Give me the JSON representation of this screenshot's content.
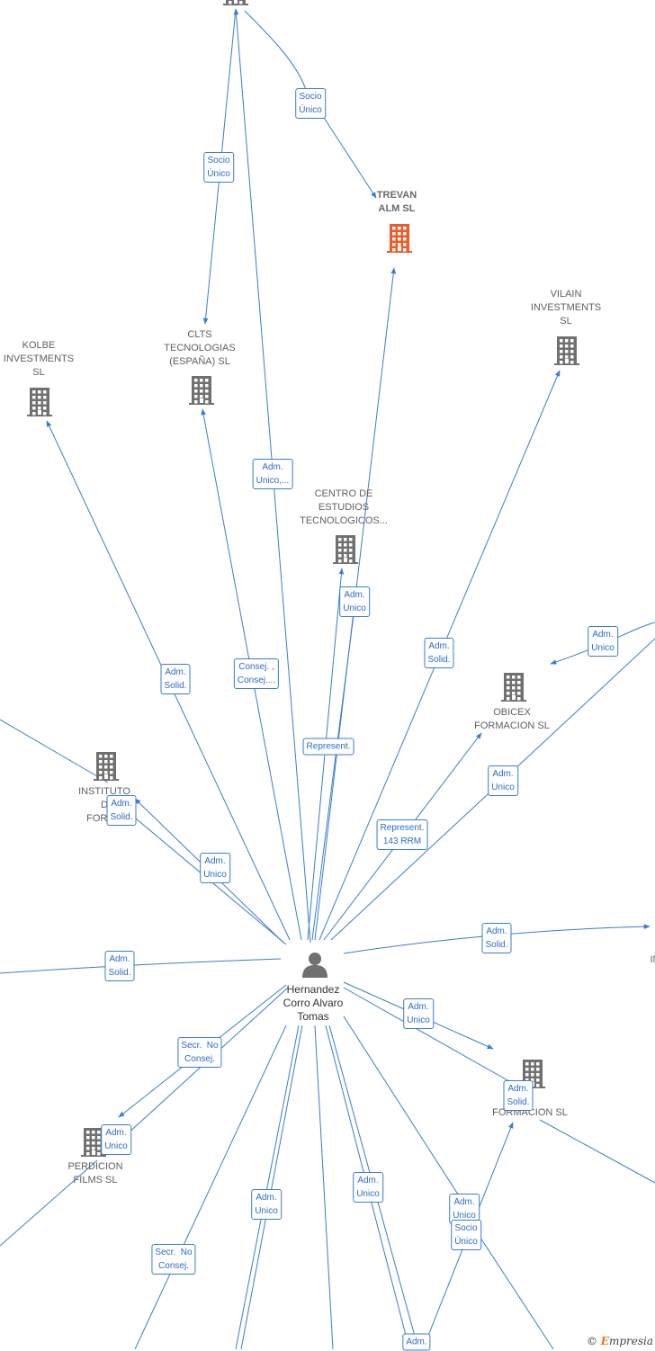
{
  "person": {
    "name_lines": [
      "Hernandez",
      "Corro Alvaro",
      "Tomas"
    ]
  },
  "companies": {
    "trevan": {
      "lines": [
        "TREVAN",
        "ALM  SL"
      ],
      "highlight": true
    },
    "vilain": {
      "lines": [
        "VILAIN",
        "INVESTMENTS",
        "SL"
      ]
    },
    "kolbe": {
      "lines": [
        "KOLBE",
        "INVESTMENTS",
        "SL"
      ]
    },
    "clts": {
      "lines": [
        "CLTS",
        "TECNOLOGIAS",
        "(ESPAÑA)  SL"
      ]
    },
    "centro": {
      "lines": [
        "CENTRO DE",
        "ESTUDIOS",
        "TECNOLOGICOS..."
      ]
    },
    "obicex": {
      "lines": [
        "OBICEX",
        "FORMACION  SL"
      ]
    },
    "instituto": {
      "lines": [
        "INSTITUTO",
        "D",
        "FORMA"
      ]
    },
    "perdicion": {
      "lines": [
        "PERDICION",
        "FILMS  SL"
      ]
    },
    "formacion": {
      "lines": [
        "FORMACION  SL"
      ]
    },
    "right_edge": {
      "lines": [
        "IN"
      ]
    }
  },
  "edge_labels": {
    "socio_unico_1": "Socio\nÚnico",
    "socio_unico_2": "Socio\nÚnico",
    "adm_unico_trunc": "Adm.\nUnico,...",
    "adm_unico_centro": "Adm.\nUnico",
    "adm_solid_kolbe": "Adm.\nSolid.",
    "consej": "Consej. ,\nConsej....",
    "represent": "Represent.",
    "adm_solid_vilain": "Adm.\nSolid.",
    "adm_unico_right": "Adm.\nUnico",
    "adm_unico_obicex": "Adm.\nUnico",
    "represent_143": "Represent.\n143 RRM",
    "adm_solid_instituto": "Adm.\nSolid.",
    "adm_unico_instituto": "Adm.\nUnico",
    "adm_solid_right": "Adm.\nSolid.",
    "adm_solid_left": "Adm.\nSolid.",
    "adm_unico_formacion": "Adm.\nUnico",
    "secr_no_consej_1": "Secr.  No\nConsej.",
    "adm_unico_perdicion": "Adm.\nUnico",
    "adm_solid_formacion": "Adm.\nSolid.",
    "adm_unico_bottom1": "Adm.\nUnico",
    "adm_unico_bottom2": "Adm.\nUnico",
    "adm_unico_bottom3": "Adm.\nUnico",
    "socio_unico_bottom": "Socio\nÚnico",
    "secr_no_consej_2": "Secr.  No\nConsej.",
    "adm_bottom": "Adm."
  },
  "watermark": {
    "symbol": "©",
    "brand_e": "E",
    "brand_rest": "mpresia"
  },
  "colors": {
    "edge": "#3a7bd5",
    "building": "#707070",
    "highlight": "#f05a28",
    "person": "#707070"
  }
}
